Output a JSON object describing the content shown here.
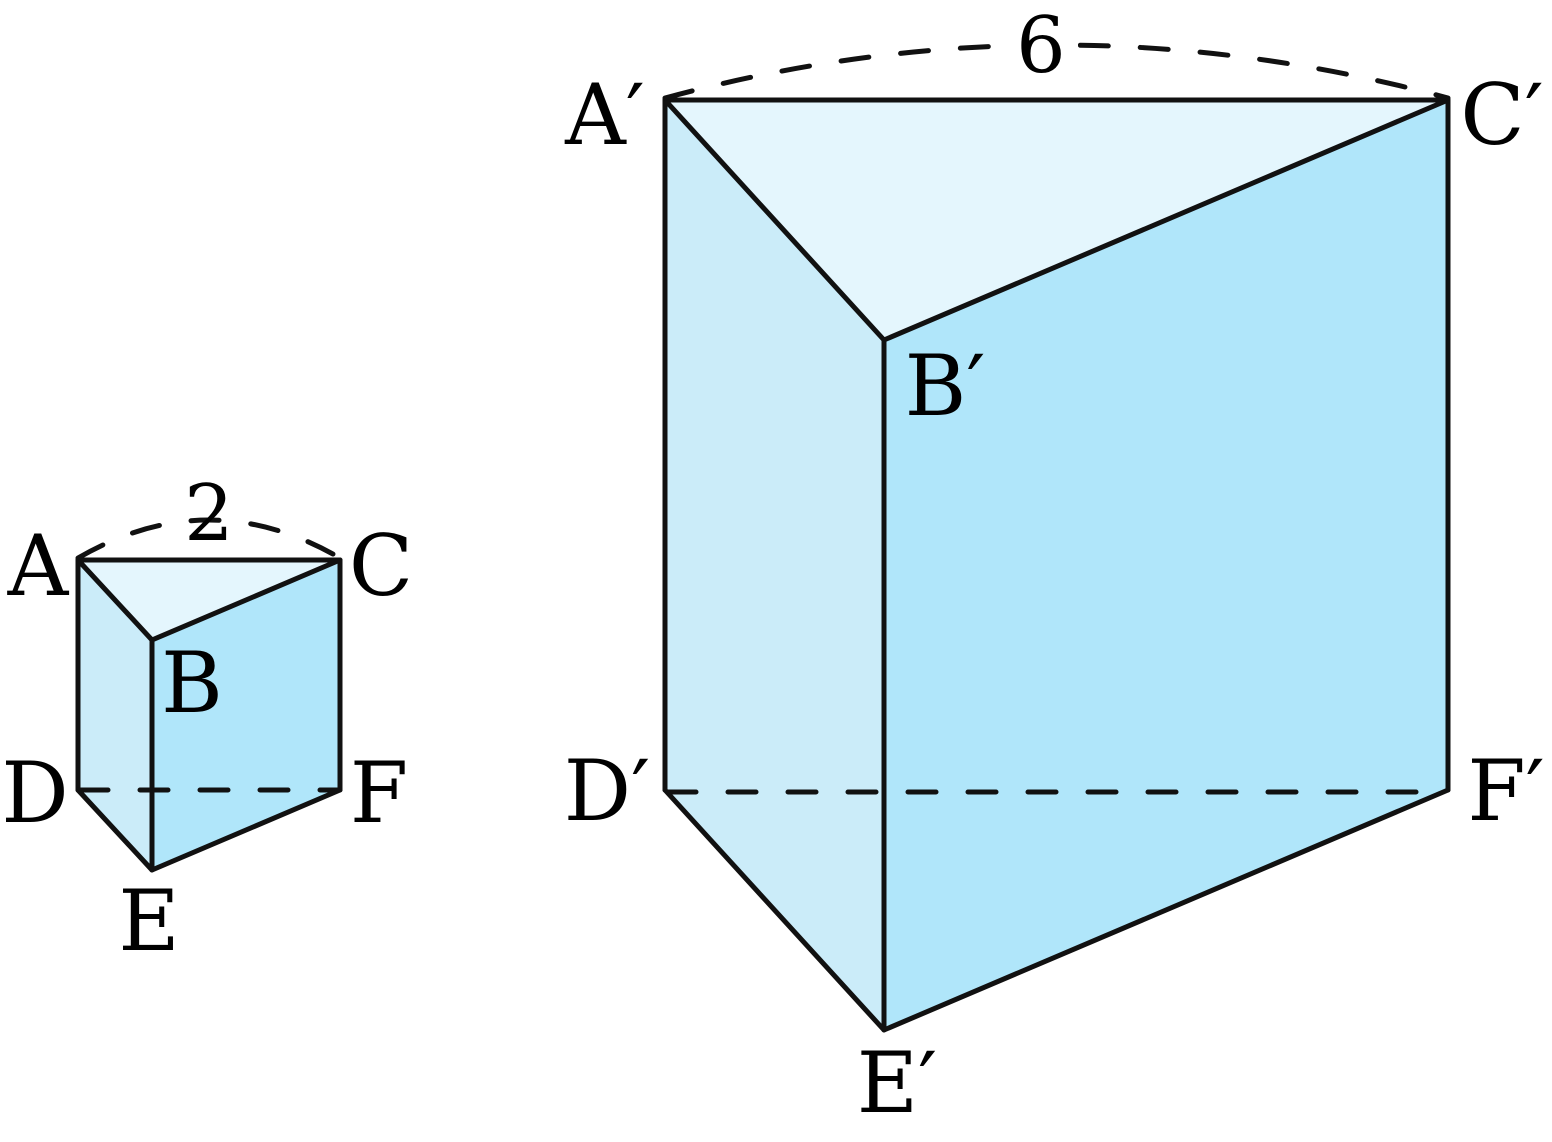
{
  "small_prism": {
    "labels": {
      "A": "A",
      "B": "B",
      "C": "C",
      "D": "D",
      "E": "E",
      "F": "F"
    },
    "edge_length": "2"
  },
  "large_prism": {
    "labels": {
      "A": "A′",
      "B": "B′",
      "C": "C′",
      "D": "D′",
      "E": "E′",
      "F": "F′"
    },
    "edge_length": "6"
  },
  "colors": {
    "top_face": "#e4f6fd",
    "left_face": "#cbecf9",
    "right_face": "#b0e6fa",
    "outline": "#111111"
  }
}
